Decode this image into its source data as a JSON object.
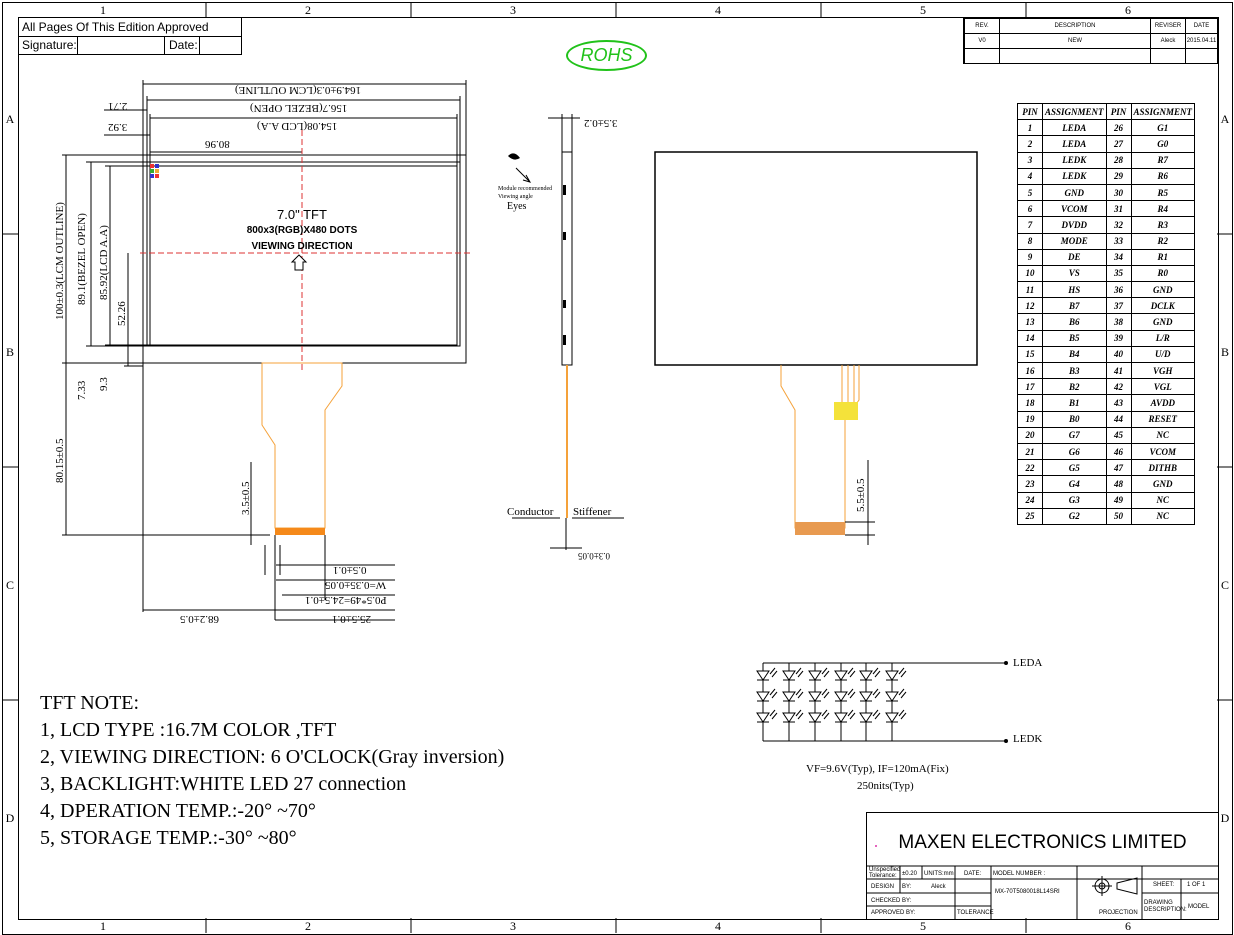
{
  "zones": {
    "cols": [
      "1",
      "2",
      "3",
      "4",
      "5",
      "6"
    ],
    "rows": [
      "A",
      "B",
      "C",
      "D"
    ]
  },
  "approval": {
    "line1": "All Pages Of This Edition Approved",
    "signature": "Signature:",
    "date": "Date:"
  },
  "revision": {
    "headers": [
      "REV.",
      "DESCRIPTION",
      "REVISER",
      "DATE"
    ],
    "row": [
      "V0",
      "NEW",
      "Aleck",
      "2015.04.11"
    ]
  },
  "rohs": "ROHS",
  "front_view": {
    "title": "7.0\" TFT",
    "subtitle": "800x3(RGB)X480 DOTS",
    "viewing": "VIEWING DIRECTION",
    "dims": {
      "lcm_outline": "164.9±0.3(LCM OUTLINE)",
      "bezel_open": "156.7(BEZEL OPEN)",
      "lcd_aa": "154.08(LCD A.A)",
      "d_271": "2.71",
      "d_392": "3.92",
      "d_8096": "80.96",
      "v_lcm": "100±0.3(LCM OUTLINE)",
      "v_bezel": "89.1(BEZEL OPEN)",
      "v_aa": "85.92(LCD A.A)",
      "v_5226": "52.26",
      "v_733": "7.33",
      "v_93": "9.3",
      "v_fpc": "80.15±0.5",
      "v_35": "3.5±0.5",
      "b_05": "0.5±0.1",
      "b_w": "W=0.35±0.05",
      "b_p": "P0.5*49=24.5±0.1",
      "b_682": "68.2±0.5",
      "b_255": "25.5±0.1"
    }
  },
  "side_view": {
    "thickness": "3.5±0.2",
    "recommended": "Module recommended",
    "viewing_angle": "Viewing angle",
    "eyes": "Eyes",
    "conductor": "Conductor",
    "stiffener": "Stiffener",
    "fpc_thk": "0.3±0.05"
  },
  "back_view": {
    "dim": "5.5±0.5"
  },
  "pins": [
    [
      "1",
      "LEDA",
      "26",
      "G1"
    ],
    [
      "2",
      "LEDA",
      "27",
      "G0"
    ],
    [
      "3",
      "LEDK",
      "28",
      "R7"
    ],
    [
      "4",
      "LEDK",
      "29",
      "R6"
    ],
    [
      "5",
      "GND",
      "30",
      "R5"
    ],
    [
      "6",
      "VCOM",
      "31",
      "R4"
    ],
    [
      "7",
      "DVDD",
      "32",
      "R3"
    ],
    [
      "8",
      "MODE",
      "33",
      "R2"
    ],
    [
      "9",
      "DE",
      "34",
      "R1"
    ],
    [
      "10",
      "VS",
      "35",
      "R0"
    ],
    [
      "11",
      "HS",
      "36",
      "GND"
    ],
    [
      "12",
      "B7",
      "37",
      "DCLK"
    ],
    [
      "13",
      "B6",
      "38",
      "GND"
    ],
    [
      "14",
      "B5",
      "39",
      "L/R"
    ],
    [
      "15",
      "B4",
      "40",
      "U/D"
    ],
    [
      "16",
      "B3",
      "41",
      "VGH"
    ],
    [
      "17",
      "B2",
      "42",
      "VGL"
    ],
    [
      "18",
      "B1",
      "43",
      "AVDD"
    ],
    [
      "19",
      "B0",
      "44",
      "RESET"
    ],
    [
      "20",
      "G7",
      "45",
      "NC"
    ],
    [
      "21",
      "G6",
      "46",
      "VCOM"
    ],
    [
      "22",
      "G5",
      "47",
      "DITHB"
    ],
    [
      "23",
      "G4",
      "48",
      "GND"
    ],
    [
      "24",
      "G3",
      "49",
      "NC"
    ],
    [
      "25",
      "G2",
      "50",
      "NC"
    ]
  ],
  "pin_headers": [
    "PIN",
    "ASSIGNMENT",
    "PIN",
    "ASSIGNMENT"
  ],
  "led": {
    "leda": "LEDA",
    "ledk": "LEDK",
    "vf": "VF=9.6V(Typ), IF=120mA(Fix)",
    "nits": "250nits(Typ)"
  },
  "notes": {
    "title": "TFT NOTE:",
    "items": [
      "1, LCD TYPE :16.7M COLOR ,TFT",
      "2, VIEWING DIRECTION: 6 O'CLOCK(Gray inversion)",
      "3, BACKLIGHT:WHITE LED 27 connection",
      "4, DPERATION TEMP.:-20° ~70°",
      "5, STORAGE TEMP.:-30° ~80°"
    ]
  },
  "title_block": {
    "company": "MAXEN ELECTRONICS LIMITED",
    "unspecified": "Unspecified Tolerance:",
    "tol": "±0.20",
    "units": "UNITS:mm",
    "date_lbl": "DATE:",
    "model_lbl": "MODEL NUMBER :",
    "model": "MX-70T5080018L14SRI",
    "sheet_lbl": "SHEET:",
    "sheet": "1 OF 1",
    "design": "DESIGN",
    "by": "BY:",
    "designer": "Aleck",
    "checked": "CHECKED BY:",
    "approved": "APPROVED BY:",
    "tolerance": "TOLERANCE",
    "projection": "PROJECTION",
    "drawing": "DRAWING DESCRIPTION:",
    "model_word": "MODEL"
  }
}
